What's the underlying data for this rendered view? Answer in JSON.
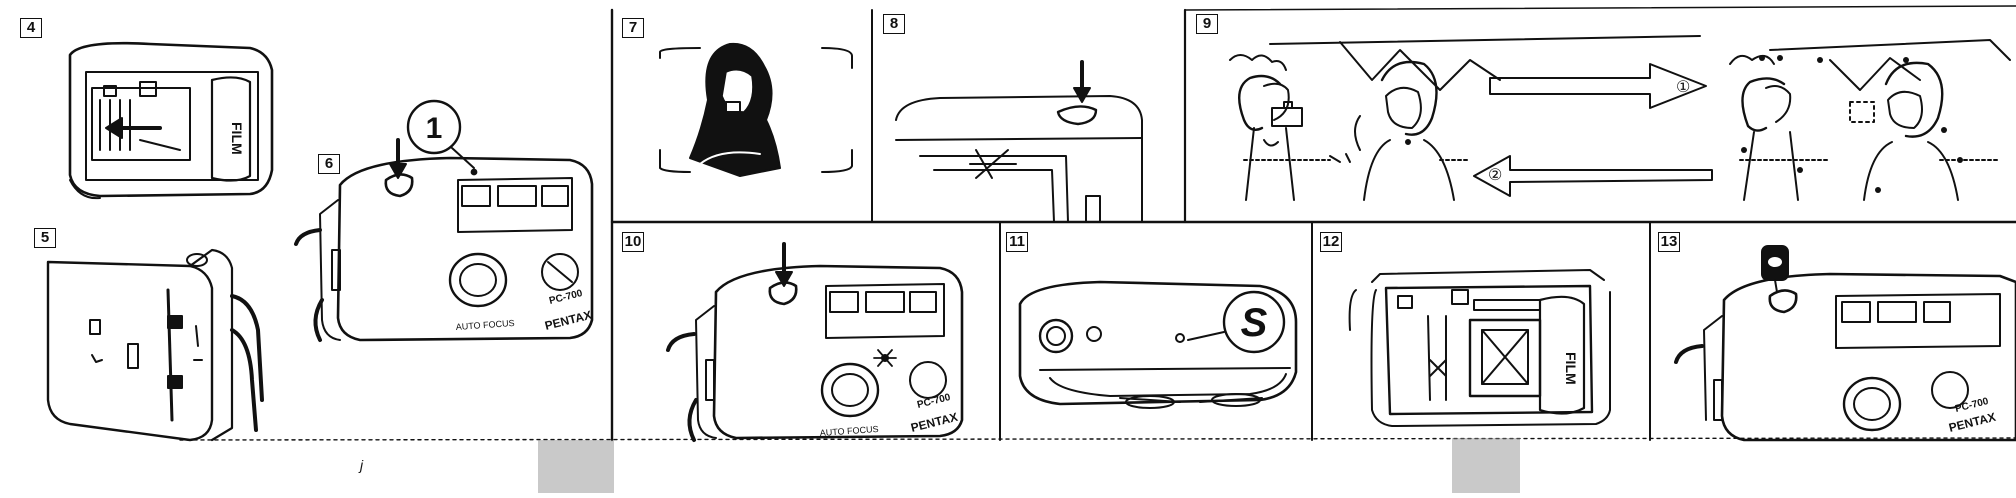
{
  "panels": {
    "p4": "4",
    "p5": "5",
    "p6": "6",
    "p7": "7",
    "p8": "8",
    "p9": "9",
    "p10": "10",
    "p11": "11",
    "p12": "12",
    "p13": "13"
  },
  "labels": {
    "callout_1": "1",
    "film_text": "FILM",
    "brand": "PENTAX",
    "auto_focus": "AUTO FOCUS",
    "model": "PC-700",
    "callout_s": "S",
    "arrow_1": "①",
    "arrow_2": "②",
    "stray_j": "j"
  },
  "icons": [
    "arrow-down-icon",
    "arrow-right-icon",
    "arrow-left-icon",
    "sparkle-icon",
    "shutter-button-icon"
  ]
}
